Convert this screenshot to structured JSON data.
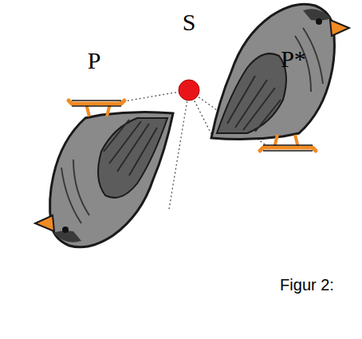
{
  "diagram": {
    "caption": "Figur 2:",
    "labels": [
      "P",
      "S",
      "P*"
    ]
  }
}
